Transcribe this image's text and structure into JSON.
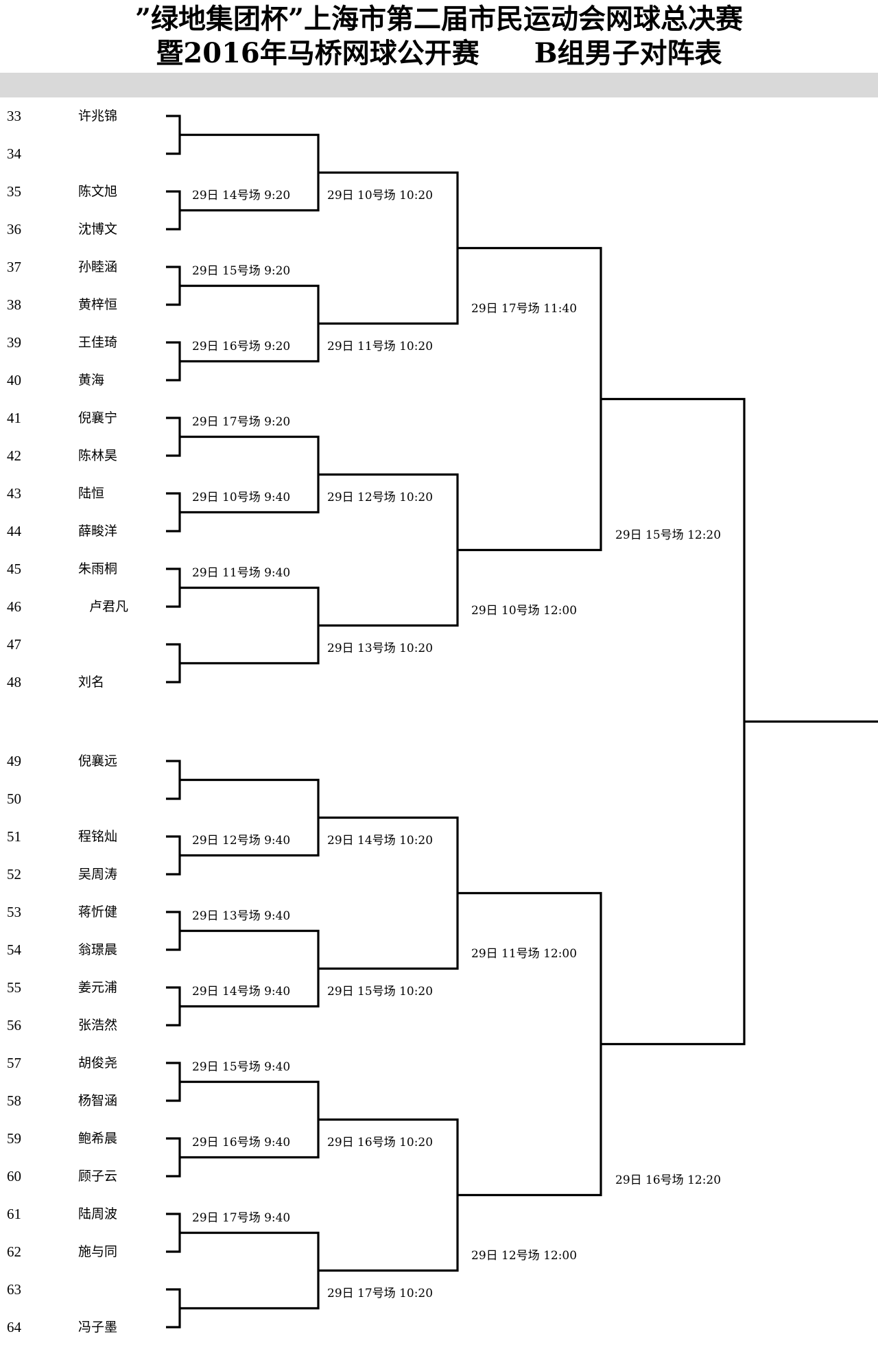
{
  "title": {
    "line1": "”绿地集团杯”上海市第二届市民运动会网球总决赛",
    "line2": "暨2016年马桥网球公开赛　　B组男子对阵表"
  },
  "players": [
    {
      "seed": "33",
      "name": "许兆锦"
    },
    {
      "seed": "34",
      "name": ""
    },
    {
      "seed": "35",
      "name": "陈文旭"
    },
    {
      "seed": "36",
      "name": "沈博文"
    },
    {
      "seed": "37",
      "name": "孙睦涵"
    },
    {
      "seed": "38",
      "name": "黄梓恒"
    },
    {
      "seed": "39",
      "name": "王佳琦"
    },
    {
      "seed": "40",
      "name": "黄海"
    },
    {
      "seed": "41",
      "name": "倪襄宁"
    },
    {
      "seed": "42",
      "name": "陈林昊"
    },
    {
      "seed": "43",
      "name": "陆恒"
    },
    {
      "seed": "44",
      "name": "薛畯洋"
    },
    {
      "seed": "45",
      "name": "朱雨桐"
    },
    {
      "seed": "46",
      "name": "卢君凡"
    },
    {
      "seed": "47",
      "name": ""
    },
    {
      "seed": "48",
      "name": "刘名"
    },
    {
      "seed": "49",
      "name": "倪襄远"
    },
    {
      "seed": "50",
      "name": ""
    },
    {
      "seed": "51",
      "name": "程铭灿"
    },
    {
      "seed": "52",
      "name": "吴周涛"
    },
    {
      "seed": "53",
      "name": "蒋忻健"
    },
    {
      "seed": "54",
      "name": "翁璟晨"
    },
    {
      "seed": "55",
      "name": "姜元浦"
    },
    {
      "seed": "56",
      "name": "张浩然"
    },
    {
      "seed": "57",
      "name": "胡俊尧"
    },
    {
      "seed": "58",
      "name": "杨智涵"
    },
    {
      "seed": "59",
      "name": "鲍希晨"
    },
    {
      "seed": "60",
      "name": "顾子云"
    },
    {
      "seed": "61",
      "name": "陆周波"
    },
    {
      "seed": "62",
      "name": "施与同"
    },
    {
      "seed": "63",
      "name": ""
    },
    {
      "seed": "64",
      "name": "冯子墨"
    }
  ],
  "round1": [
    "",
    "29日 14号场 9:20",
    "29日 15号场 9:20",
    "29日 16号场 9:20",
    "29日 17号场 9:20",
    "29日 10号场 9:40",
    "29日 11号场 9:40",
    "",
    "",
    "29日 12号场 9:40",
    "29日 13号场 9:40",
    "29日 14号场 9:40",
    "29日 15号场 9:40",
    "29日 16号场 9:40",
    "29日 17号场 9:40",
    ""
  ],
  "round2": [
    "29日 10号场 10:20",
    "29日 11号场 10:20",
    "29日 12号场 10:20",
    "29日 13号场 10:20",
    "29日 14号场 10:20",
    "29日 15号场 10:20",
    "29日 16号场 10:20",
    "29日 17号场 10:20"
  ],
  "round3": [
    "29日 17号场 11:40",
    "29日 10号场 12:00",
    "29日 11号场 12:00",
    "29日 12号场 12:00"
  ],
  "round4": [
    "29日 15号场 12:20",
    "29日 16号场 12:20"
  ]
}
